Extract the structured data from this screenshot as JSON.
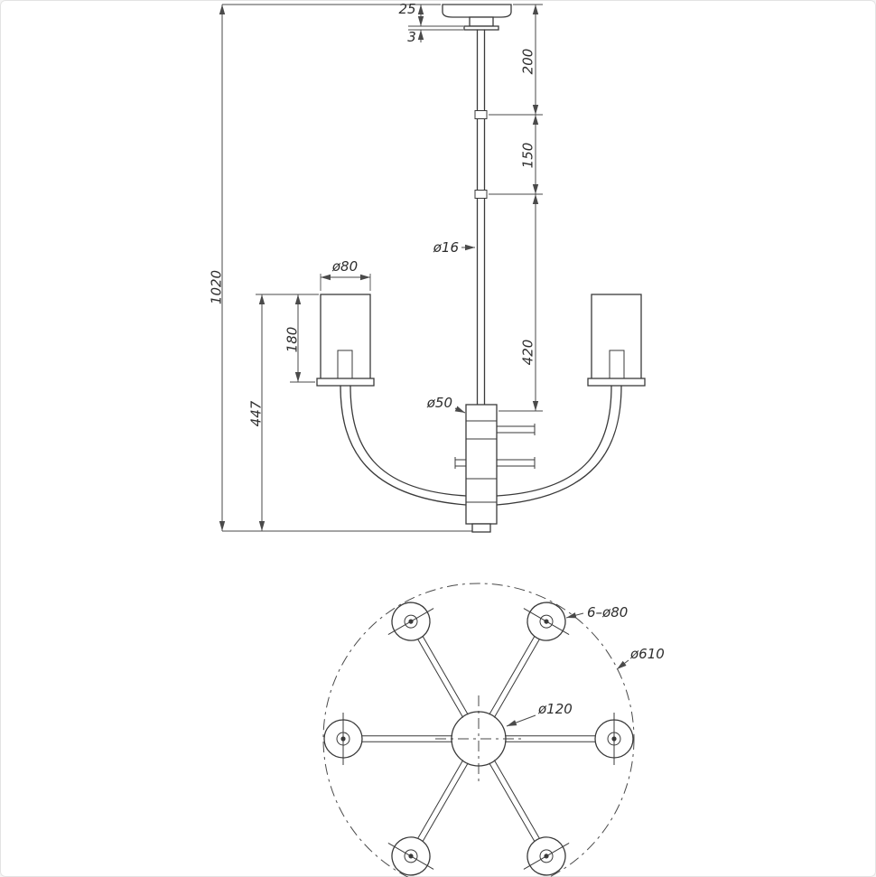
{
  "drawing": {
    "background": "#ffffff",
    "line_color": "#3a3a3a",
    "kind": "chandelier dimension drawing"
  },
  "side_view": {
    "dims": {
      "canopy_height": "25",
      "canopy_base": "3",
      "stem_upper": "200",
      "stem_middle": "150",
      "stem_lower": "420",
      "stem_diameter": "ø16",
      "shade_diameter": "ø80",
      "shade_height": "180",
      "overall_height": "1020",
      "body_height": "447",
      "hub_diameter": "ø50"
    }
  },
  "plan_view": {
    "dims": {
      "shades": "6–ø80",
      "overall_diameter": "ø610",
      "hub_diameter": "ø120"
    }
  }
}
